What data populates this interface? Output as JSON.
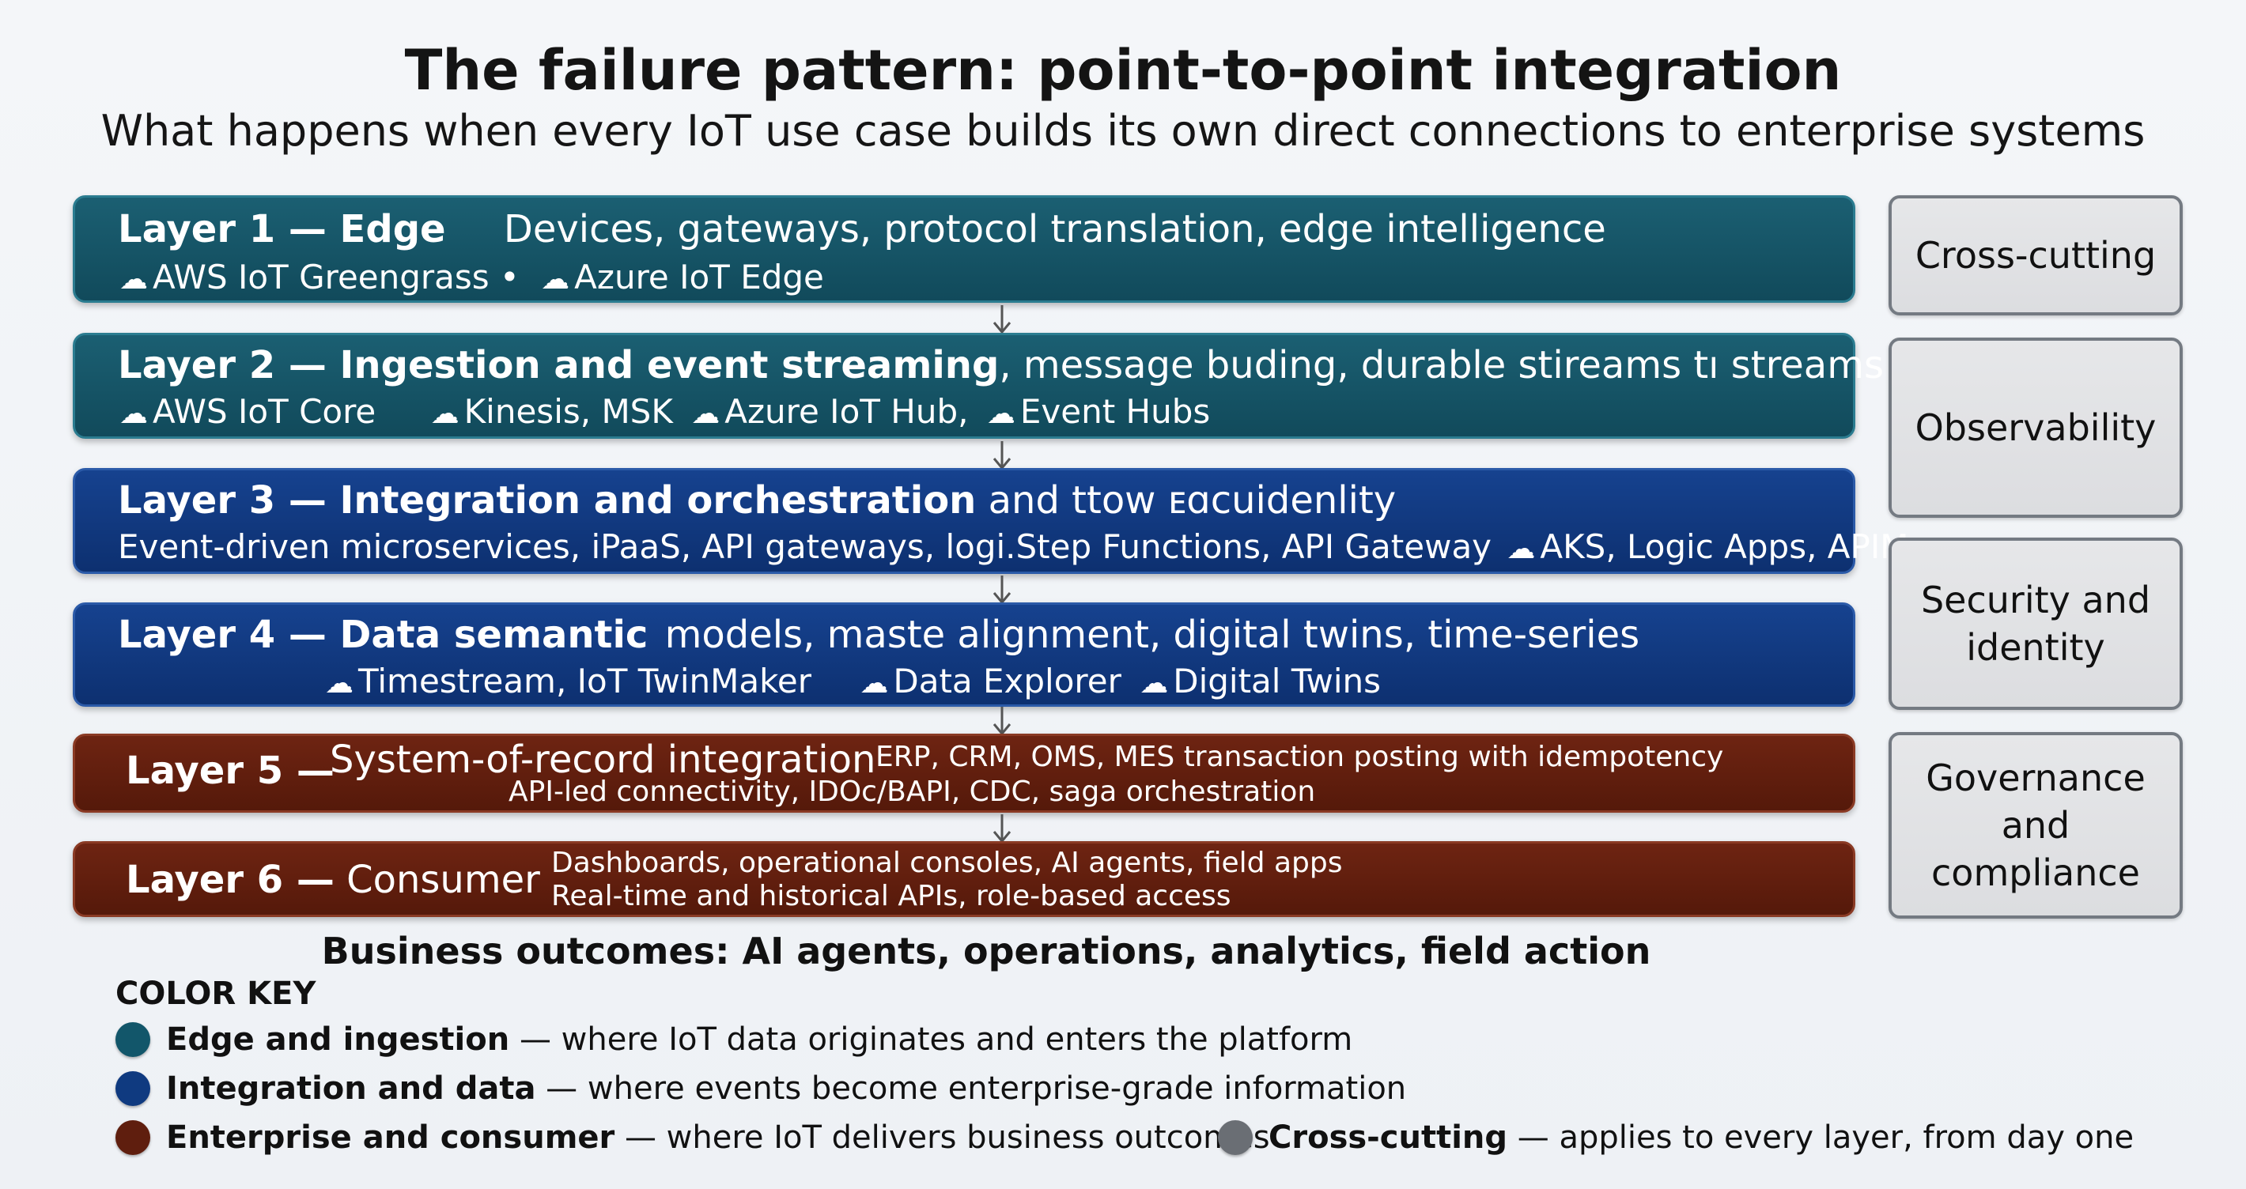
{
  "title": "The failure pattern: point-to-point integration",
  "subtitle": "What happens when every IoT use case builds its own direct connections to enterprise systems",
  "layers": [
    {
      "heading": "Layer 1 — Edge",
      "heading_rest": "Devices, gateways, protocol translation, edge intelligence",
      "services": [
        "AWS IoT Greengrass •",
        "Azure IoT Edge"
      ]
    },
    {
      "heading": "Layer 2 — Ingestion and event streaming",
      "heading_rest": ", message buding, durable stireams tı streams",
      "services": [
        "AWS IoT Core",
        "Kinesis, MSK",
        "Azure IoT Hub,",
        "Event Hubs"
      ]
    },
    {
      "heading": "Layer 3 — Integration and orchestration",
      "heading_rest": "and ttow ᴇɑcuidenlity",
      "line2_text": "Event-driven microservices, iPaaS, API gateways, logi.Step Functions, API Gateway",
      "services": [
        "AKS, Logic Apps, APIM"
      ]
    },
    {
      "heading": "Layer 4 — Data semantic",
      "heading_rest": "models, maste alignment, digital twins, time-series",
      "services": [
        "Timestream, IoT TwinMaker",
        "Data Explorer",
        "Digital Twins"
      ]
    },
    {
      "heading": "Layer 5 —",
      "heading_rest": "System-of-record integration",
      "detail1": "ERP, CRM, OMS, MES transaction posting with idempotency",
      "detail2": "API-led connectivity, IDOc/BAPI, CDC, saga orchestration"
    },
    {
      "heading": "Layer 6 —",
      "heading_rest": "Consumer",
      "detail1": "Dashboards, operational consoles, AI agents, field apps",
      "detail2": "Real-time and historical APIs, role-based access"
    }
  ],
  "cross_cutting": [
    "Cross-cutting",
    "Observability",
    "Security and identity",
    "Governance and compliance"
  ],
  "outcomes": "Business outcomes: AI agents, operations, analytics, field action",
  "color_key": {
    "title": "COLOR KEY",
    "items": [
      {
        "label": "Edge and ingestion",
        "desc": "— where IoT data originates and enters the platform",
        "color": "#12566a"
      },
      {
        "label": "Integration and data",
        "desc": "— where events become enterprise-grade information",
        "color": "#0f3a80"
      },
      {
        "label": "Enterprise and consumer",
        "desc": "— where IoT delivers business outcomes",
        "color": "#5f1e0e"
      },
      {
        "label": "Cross-cutting",
        "desc": "— applies to every layer, from day one",
        "color": "#6a6e74"
      }
    ]
  },
  "colors": {
    "teal": "#12566a",
    "blue": "#0f3a80",
    "brown": "#5f1e0e",
    "side_border": "#747a82"
  },
  "icons": {
    "service": "cloud-icon",
    "flow": "arrow-down-icon"
  }
}
